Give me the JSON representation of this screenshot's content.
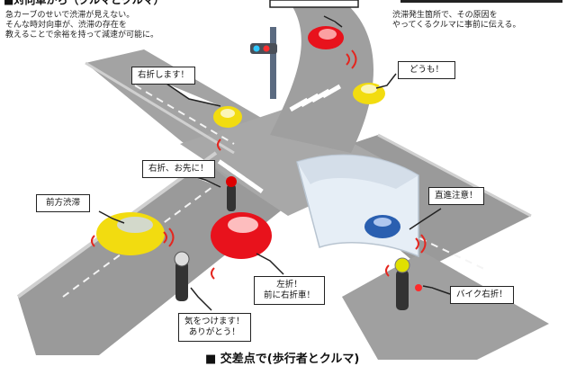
{
  "headers": {
    "left_partial": "■対向車から（クルマとクルマ）",
    "bottom_partial": "■ 交差点で(歩行者とクルマ)"
  },
  "captions": {
    "left": "急カーブのせいで渋滞が見えない。\nそんな時対向車が、渋滞の存在を\n教えることで余裕を持って減速が可能に。",
    "right": "渋滞発生箇所で、その原因を\nやってくるクルマに事前に伝える。"
  },
  "bubbles": {
    "turn_right": "右折します！",
    "thanks": "どうも！",
    "after_you": "右折、お先に！",
    "jam_ahead": "前方渋滞",
    "straight_caution": "直進注意！",
    "left_turn": "左折！\n前に右折車！",
    "bike_right": "バイク右折！",
    "be_careful": "気をつけます！\nありがとう！"
  },
  "colors": {
    "road": "#9a9a9a",
    "road_edge": "#c9c9c9",
    "red_car": "#e8121c",
    "yellow_car": "#f2dc10",
    "blue_car": "#2a5fb0",
    "signal_wave": "#e4261f"
  }
}
